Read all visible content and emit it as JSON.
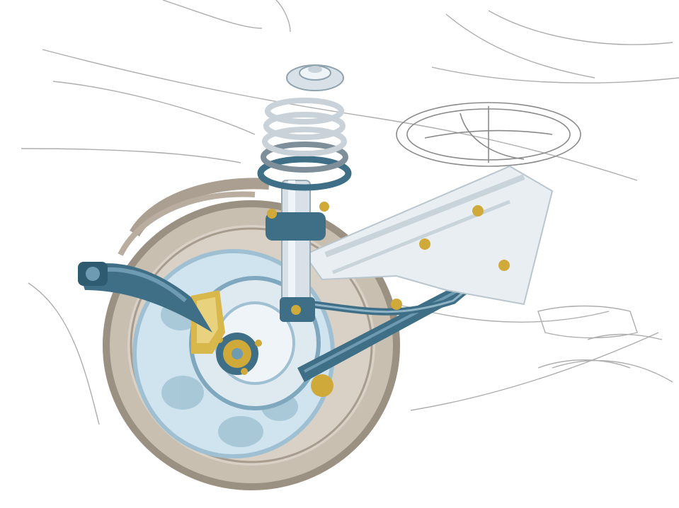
{
  "image": {
    "subject": "front-suspension-illustration",
    "components": [
      "car-body-outline",
      "steering-wheel-outline",
      "tire",
      "wheel-rim",
      "brake-disc",
      "brake-caliper",
      "wheel-hub",
      "coil-spring",
      "strut-damper",
      "top-mount",
      "lower-control-arm",
      "anti-roll-bar",
      "tie-rod",
      "subframe",
      "mount-bolts"
    ],
    "colors": {
      "background": "#ffffff",
      "sketch_line": "#8c8c8c",
      "tire": "#c8bfb1",
      "tire_dark": "#9b9183",
      "rim": "#cfe4ee",
      "rim_shadow": "#9fc0d2",
      "disc": "#dfeaf0",
      "steel_blue": "#3f6f86",
      "steel_blue_light": "#6f9bb2",
      "spring": "#c9d2d8",
      "spring_dark": "#7f8f9a",
      "caliper": "#d8b84a",
      "bolts": "#cfa93a",
      "subframe": "#e9eef2"
    }
  }
}
